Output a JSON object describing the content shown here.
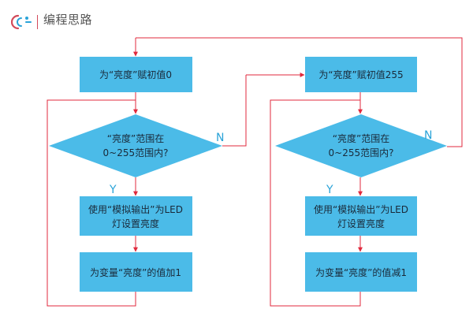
{
  "header": {
    "title": "编程思路"
  },
  "colors": {
    "node": "#4bbbe8",
    "line": "#e0293c",
    "label": "#2aa3d8"
  },
  "left_flow": {
    "init": "为“亮度”赋初值0",
    "cond_line1": "“亮度”范围在",
    "cond_line2": "0~255范围内?",
    "yes": "Y",
    "no": "N",
    "output_line1": "使用“模拟输出”为LED",
    "output_line2": "灯设置亮度",
    "update": "为变量“亮度”的值加1"
  },
  "right_flow": {
    "init": "为“亮度”赋初值255",
    "cond_line1": "“亮度”范围在",
    "cond_line2": "0~255范围内?",
    "yes": "Y",
    "no": "N",
    "output_line1": "使用“模拟输出”为LED",
    "output_line2": "灯设置亮度",
    "update": "为变量“亮度”的值减1"
  }
}
